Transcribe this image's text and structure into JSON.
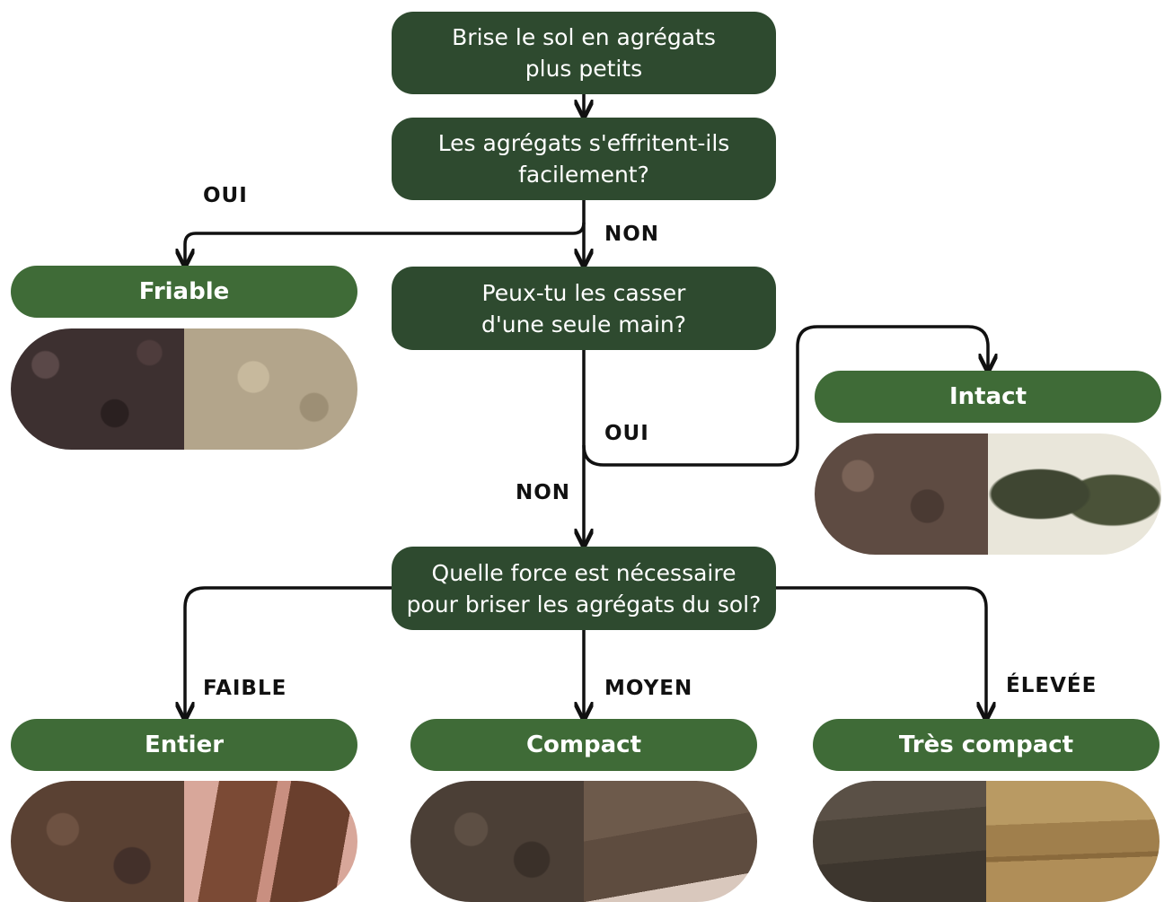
{
  "nodes": {
    "q1": "Brise le sol en agrégats\nplus petits",
    "q2": "Les agrégats s'effritent-ils\nfacilement?",
    "q3": "Peux-tu les casser\nd'une seule main?",
    "q4": "Quelle force est nécessaire\npour briser les agrégats du sol?"
  },
  "results": {
    "friable": "Friable",
    "intact": "Intact",
    "entier": "Entier",
    "compact": "Compact",
    "tres_compact": "Très compact"
  },
  "edge_labels": {
    "oui_1": "OUI",
    "non_1": "NON",
    "oui_2": "OUI",
    "non_2": "NON",
    "faible": "FAIBLE",
    "moyen": "MOYEN",
    "elevee": "ÉLEVÉE"
  },
  "colors": {
    "question_box": "#2e4a2f",
    "result_pill": "#3f6b37",
    "arrow": "#111111"
  },
  "photos": {
    "friable": [
      "#3d3030",
      "#b3a58b"
    ],
    "intact": [
      "#5e4b42",
      "#3f4632"
    ],
    "entier": [
      "#5a4133",
      "#7b4a35"
    ],
    "compact": [
      "#4b3f36",
      "#5e4c3f"
    ],
    "tres_compact": [
      "#4a4238",
      "#a07f4c"
    ]
  }
}
